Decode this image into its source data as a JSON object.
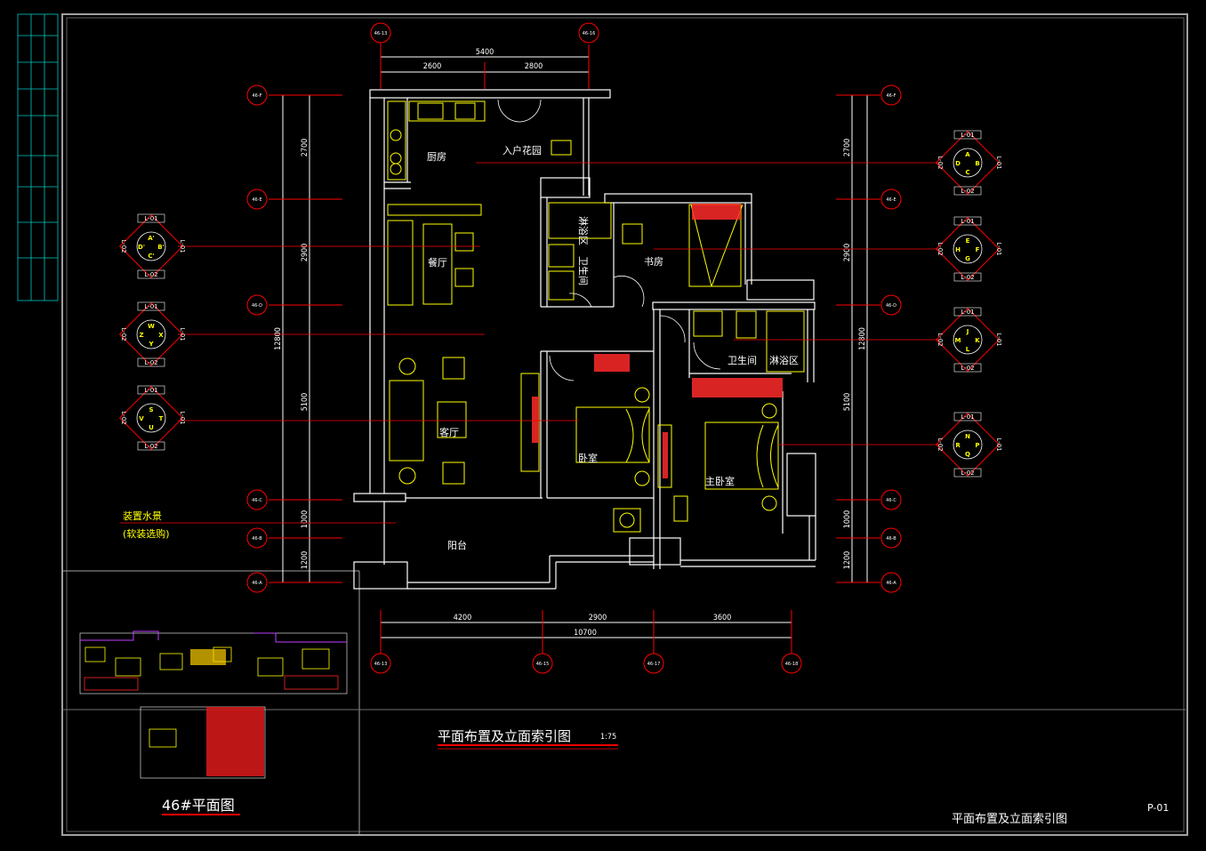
{
  "drawing": {
    "title": "平面布置及立面索引图",
    "scale": "1:75",
    "sheet_no": "P-01",
    "footer_title": "平面布置及立面索引图",
    "key_plan_title": "46#平面图",
    "note_line1": "装置水景",
    "note_line2": "(软装选购)"
  },
  "rooms": {
    "kitchen": "厨房",
    "garden": "入户花园",
    "dining": "餐厅",
    "shower1": "淋浴区",
    "bath1": "卫生间",
    "study": "书房",
    "bedroom": "卧室",
    "bath2": "卫生间",
    "shower2": "淋浴区",
    "living": "客厅",
    "master": "主卧室",
    "balcony": "阳台"
  },
  "dims": {
    "top_total": "5400",
    "top_a": "2600",
    "top_b": "2800",
    "bottom_a": "4200",
    "bottom_b": "2900",
    "bottom_c": "3600",
    "bottom_total": "10700",
    "left_1": "2700",
    "left_2": "2900",
    "left_3": "5100",
    "left_4": "1000",
    "left_5": "1200",
    "left_total": "12800",
    "right_1": "2700",
    "right_2": "2900",
    "right_3": "5100",
    "right_4": "1000",
    "right_5": "1200",
    "right_total": "12800"
  },
  "axes": {
    "top_left": "46-13",
    "top_right": "46-16",
    "bottom": [
      "46-13",
      "46-15",
      "46-17",
      "46-18"
    ],
    "left": [
      "46-F",
      "46-E",
      "46-D",
      "46-C",
      "46-B",
      "46-A"
    ],
    "right": [
      "46-F",
      "46-E",
      "46-D",
      "46-C",
      "46-B",
      "46-A"
    ]
  },
  "index_symbols": {
    "left": [
      {
        "top": "L-01",
        "bottom": "L-02",
        "left": "L-02",
        "right": "L-01",
        "n": "A'",
        "e": "B'",
        "s": "C'",
        "w": "D'"
      },
      {
        "top": "L-01",
        "bottom": "L-02",
        "left": "L-02",
        "right": "L-01",
        "n": "W",
        "e": "X",
        "s": "Y",
        "w": "Z"
      },
      {
        "top": "L-01",
        "bottom": "L-02",
        "left": "L-02",
        "right": "L-01",
        "n": "S",
        "e": "T",
        "s": "U",
        "w": "V"
      }
    ],
    "right": [
      {
        "top": "L-01",
        "bottom": "L-02",
        "left": "L-02",
        "right": "L-01",
        "n": "A",
        "e": "B",
        "s": "C",
        "w": "D"
      },
      {
        "top": "L-01",
        "bottom": "L-02",
        "left": "L-02",
        "right": "L-01",
        "n": "E",
        "e": "F",
        "s": "G",
        "w": "H"
      },
      {
        "top": "L-01",
        "bottom": "L-02",
        "left": "L-02",
        "right": "L-01",
        "n": "J",
        "e": "K",
        "s": "L",
        "w": "M"
      },
      {
        "top": "L-01",
        "bottom": "L-02",
        "left": "L-02",
        "right": "L-01",
        "n": "N",
        "e": "P",
        "s": "Q",
        "w": "R"
      }
    ]
  },
  "colors": {
    "background": "#000000",
    "wall": "#ffffff",
    "furniture": "#ffff00",
    "annotation": "#ff0000",
    "hatch": "#ff2a2a",
    "frame": "#9a9a9a",
    "titleblock": "#00c8c8"
  }
}
